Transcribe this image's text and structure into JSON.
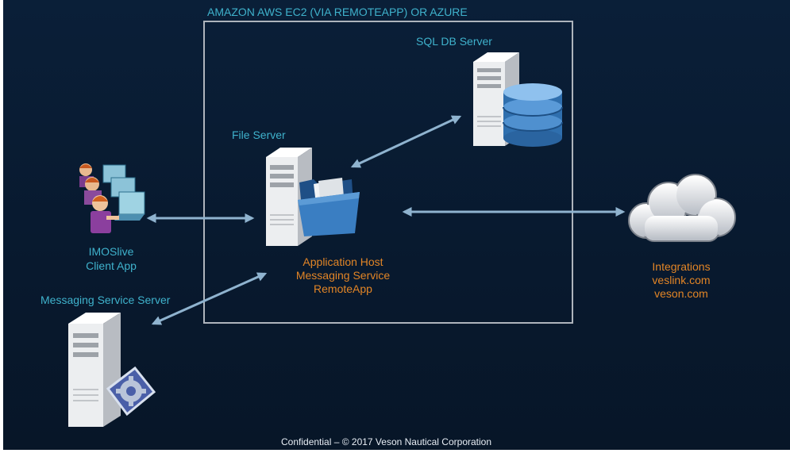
{
  "environment_label": "AMAZON AWS EC2 (VIA REMOTEAPP) OR AZURE",
  "nodes": {
    "sql_db_server": {
      "label": "SQL DB Server"
    },
    "file_server": {
      "label": "File Server",
      "roles": [
        "Application Host",
        "Messaging Service",
        "RemoteApp"
      ]
    },
    "client_app": {
      "label_line1": "IMOSlive",
      "label_line2": "Client App"
    },
    "messaging_service_server": {
      "label": "Messaging Service Server"
    },
    "integrations": {
      "lines": [
        "Integrations",
        "veslink.com",
        "veson.com"
      ]
    }
  },
  "footer": "Confidential – © 2017 Veson Nautical Corporation",
  "colors": {
    "background": "#091c33",
    "label_teal": "#3fb2cc",
    "label_orange": "#e28526",
    "arrow": "#8fb3cf",
    "box_border": "#aeb4bc"
  },
  "icons": [
    "server-icon",
    "database-icon",
    "folder-icon",
    "users-icon",
    "cloud-icon",
    "gear-icon"
  ]
}
